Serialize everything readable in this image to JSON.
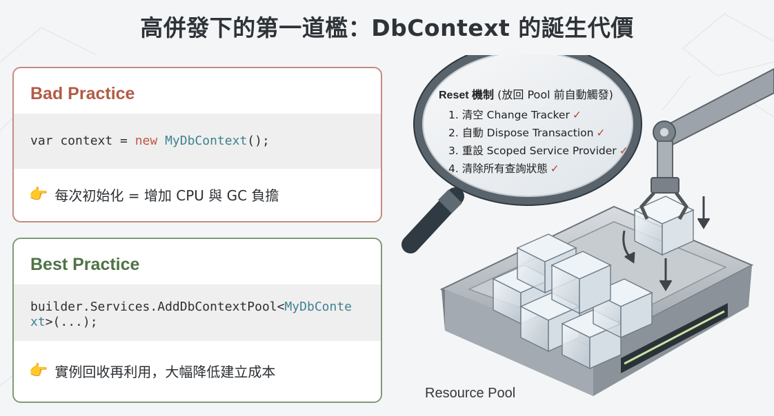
{
  "title": "高併發下的第一道檻：DbContext 的誕生代價",
  "bad": {
    "heading": "Bad Practice",
    "code_prefix": "var context = ",
    "code_keyword": "new",
    "code_type": "MyDbContext",
    "code_suffix": "();",
    "note": "每次初始化 = 增加 CPU 與 GC 負擔"
  },
  "good": {
    "heading": "Best Practice",
    "code_prefix": "builder.Services.AddDbContextPool<",
    "code_type_1": "MyDbConte",
    "code_type_2": "xt",
    "code_suffix": ">(...);",
    "note": "實例回收再利用，大幅降低建立成本"
  },
  "magnifier": {
    "title_bold": "Reset 機制",
    "title_rest": " (放回 Pool 前自動觸發)",
    "steps": [
      {
        "label": "1. 清空 Change Tracker",
        "check": "✓"
      },
      {
        "label": "2. 自動 Dispose Transaction",
        "check": "✓"
      },
      {
        "label": "3. 重設 Scoped Service Provider",
        "check": "✓"
      },
      {
        "label": "4. 清除所有查詢狀態",
        "check": "✓"
      }
    ]
  },
  "pool_label": "Resource Pool",
  "icons": {
    "pointer": "👉"
  },
  "colors": {
    "bad": "#b25b45",
    "good": "#4f7346",
    "check": "#b5483b"
  }
}
